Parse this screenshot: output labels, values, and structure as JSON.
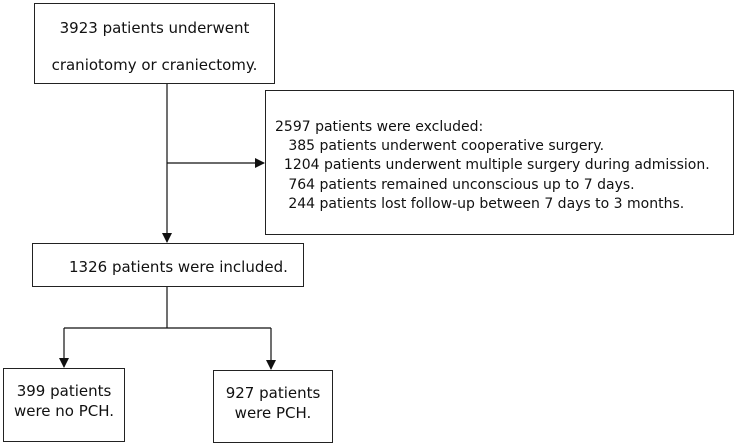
{
  "diagram": {
    "start": {
      "line1": "3923 patients underwent",
      "line2": "craniotomy or craniectomy."
    },
    "excluded": {
      "heading": "2597 patients were excluded:",
      "items": [
        "385 patients underwent cooperative surgery.",
        "1204 patients underwent multiple surgery during admission.",
        "764 patients remained unconscious up to 7 days.",
        "244 patients lost follow-up between 7 days to 3 months."
      ]
    },
    "included": {
      "text": "1326 patients were included."
    },
    "no_pch": {
      "line1": "399 patients",
      "line2": "were no PCH."
    },
    "pch": {
      "line1": "927 patients",
      "line2": "were PCH."
    }
  }
}
